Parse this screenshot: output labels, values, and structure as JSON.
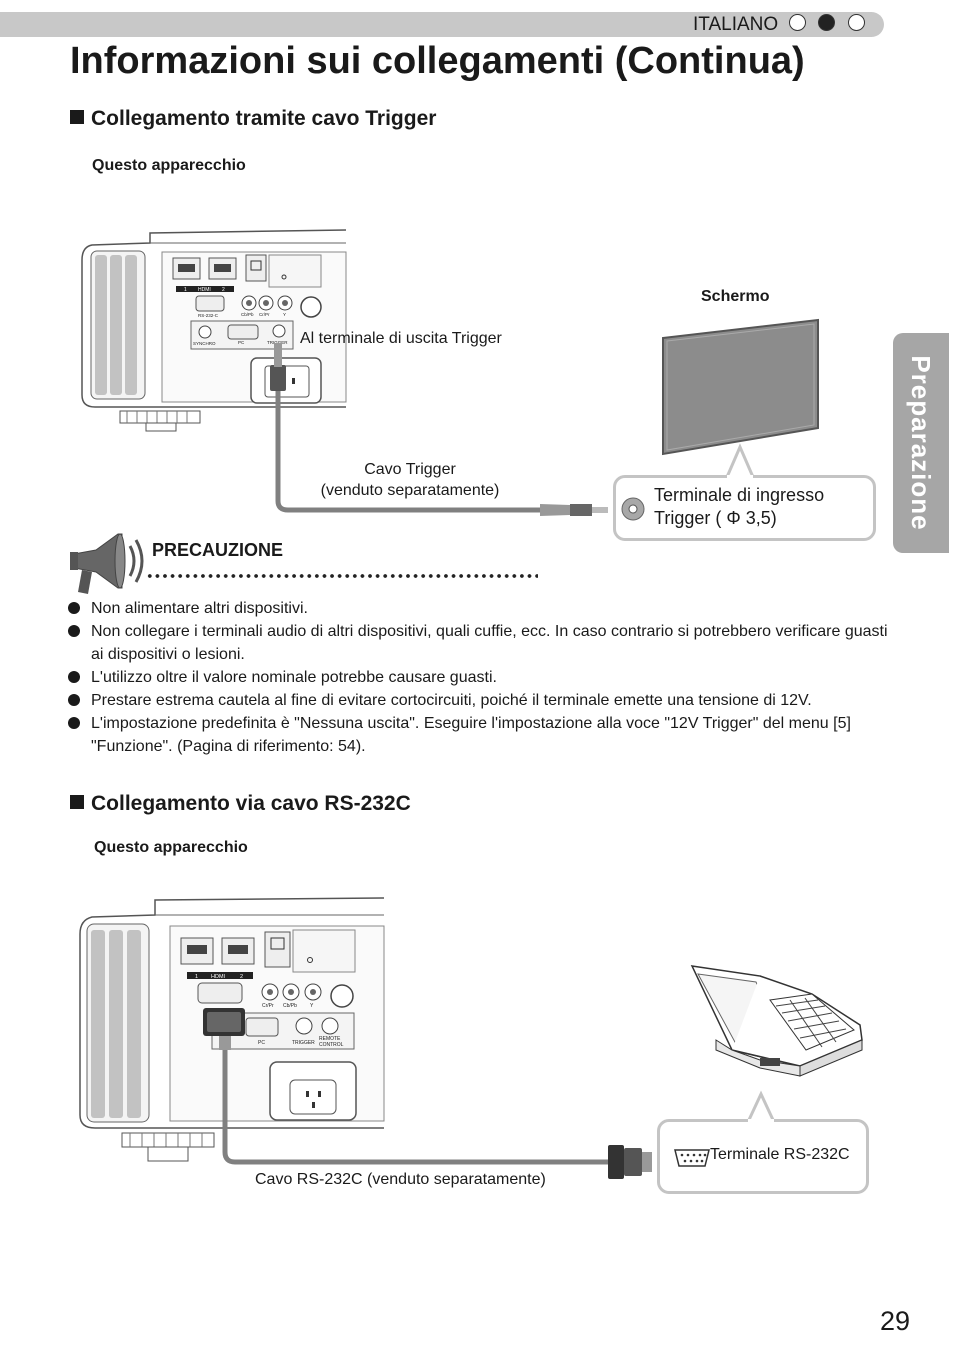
{
  "header": {
    "language": "ITALIANO",
    "title": "Informazioni sui collegamenti (Continua)"
  },
  "side_tab": {
    "label": "Preparazione"
  },
  "section_trigger": {
    "title": "Collegamento tramite cavo Trigger",
    "device_label": "Questo apparecchio",
    "output_label": "Al terminale di uscita Trigger",
    "screen_label": "Schermo",
    "cable_label_line1": "Cavo Trigger",
    "cable_label_line2": "(venduto separatamente)",
    "input_label_line1": "Terminale di ingresso",
    "input_label_line2": "Trigger ( Φ 3,5)",
    "panel_labels": {
      "hdmi": "HDMI",
      "hdmi_1": "1",
      "hdmi_2": "2",
      "rs232c": "RS-232-C",
      "cb": "Cb/Pb",
      "cr": "Cr/Pr",
      "y": "Y",
      "synchro": "SYNCHRO",
      "pc": "PC",
      "trigger": "TRIGGER"
    }
  },
  "caution": {
    "title": "PRECAUZIONE",
    "items": [
      "Non alimentare altri dispositivi.",
      "Non collegare i terminali audio di altri dispositivi, quali cuffie, ecc. In caso contrario si potrebbero verificare guasti ai dispositivi o lesioni.",
      "L'utilizzo oltre il valore nominale potrebbe causare guasti.",
      "Prestare estrema cautela al fine di evitare cortocircuiti, poiché il terminale emette una tensione di 12V.",
      "L'impostazione predefinita è \"Nessuna uscita\". Eseguire l'impostazione alla voce \"12V Trigger\" del menu [5] \"Funzione\". (Pagina di riferimento: 54)."
    ]
  },
  "section_rs232": {
    "title": "Collegamento via cavo RS-232C",
    "device_label": "Questo apparecchio",
    "cable_label": "Cavo RS-232C (venduto separatamente)",
    "terminal_label": "Terminale RS-232C",
    "panel_labels": {
      "hdmi": "HDMI",
      "hdmi_1": "1",
      "hdmi_2": "2",
      "cb": "Cb/Pb",
      "cr": "Cr/Pr",
      "y": "Y",
      "pc": "PC",
      "trigger": "TRIGGER",
      "remote1": "REMOTE",
      "remote2": "CONTROL"
    }
  },
  "page_number": "29",
  "colors": {
    "bar_gray": "#c8c8c8",
    "tab_gray": "#a6a6a6",
    "cable_gray": "#808080",
    "callout_border": "#c4c4c4",
    "screen_gray": "#8c8c8c"
  }
}
